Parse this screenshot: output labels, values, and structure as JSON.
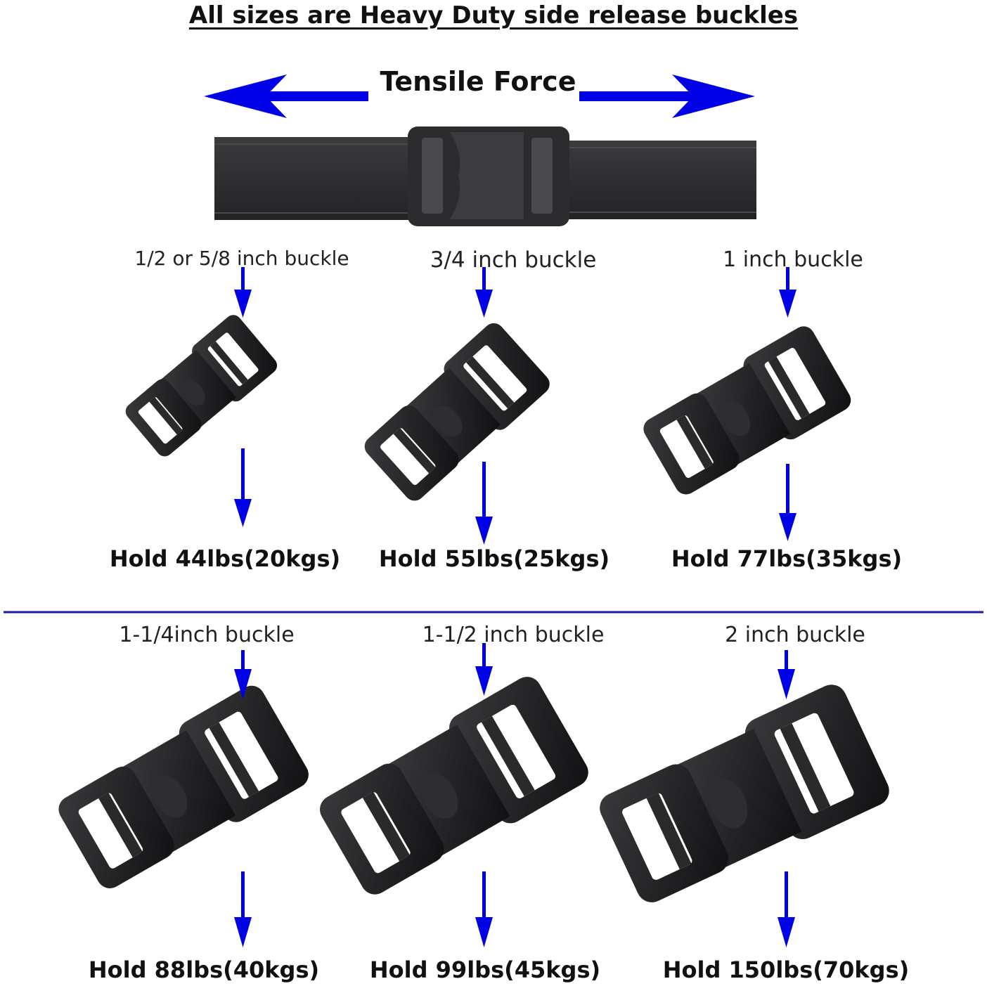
{
  "title": "All sizes are Heavy Duty side release buckles",
  "tensile_label": "Tensile Force",
  "colors": {
    "arrow": "#0000e6",
    "divider": "#1a1aa6",
    "buckle": "#1c1c1e",
    "strap": "#2b2b2d"
  },
  "buckles": [
    {
      "size": "1/2 or 5/8 inch buckle",
      "hold": "Hold 44lbs(20kgs)"
    },
    {
      "size": "3/4 inch buckle",
      "hold": "Hold 55lbs(25kgs)"
    },
    {
      "size": "1 inch buckle",
      "hold": "Hold 77lbs(35kgs)"
    },
    {
      "size": "1-1/4inch buckle",
      "hold": "Hold 88lbs(40kgs)"
    },
    {
      "size": "1-1/2 inch buckle",
      "hold": "Hold 99lbs(45kgs)"
    },
    {
      "size": "2 inch buckle",
      "hold": "Hold 150lbs(70kgs)"
    }
  ]
}
